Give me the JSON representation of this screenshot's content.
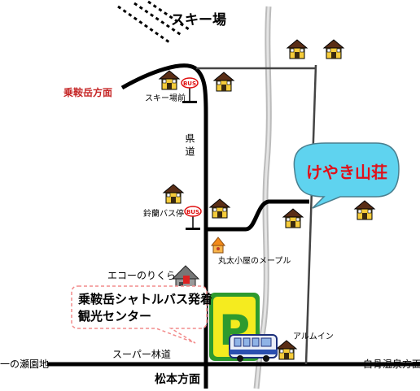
{
  "colors": {
    "road": "#000000",
    "thin_road": "#444444",
    "river": "#bbbbbb",
    "callout_fill": "#5fd3ef",
    "callout_text": "#e0101a",
    "parking_fill": "#f5eb1f",
    "parking_border": "#2e9a2e",
    "dashed_callout": "#f28b8b",
    "label_red": "#c62828"
  },
  "labels": {
    "ski_area": "スキー場",
    "norikura_dir": "乗鞍岳方面",
    "ski_stop": "スキー場前",
    "prefectural_road": "県道",
    "suzuran_stop": "鈴蘭バス停",
    "maple_hut": "丸太小屋のメープル",
    "eco_norikura": "エコーのりくら",
    "shuttle_center_l1": "乗鞍岳シャトルバス発着",
    "shuttle_center_l2": "観光センター",
    "alumin": "アルムイン",
    "super_forest_road": "スーパー林道",
    "senoike": "一の瀬園地",
    "shirahone_dir": "白骨温泉方面",
    "matsumoto_dir": "松本方面",
    "bus_sign": "BUS",
    "parking_letter": "P"
  },
  "highlight": {
    "name": "けやき山荘"
  },
  "icons": [
    "house-icon",
    "bus-stop-icon",
    "bus-icon",
    "parking-sign-icon",
    "shop-icon",
    "eco-house-icon"
  ]
}
